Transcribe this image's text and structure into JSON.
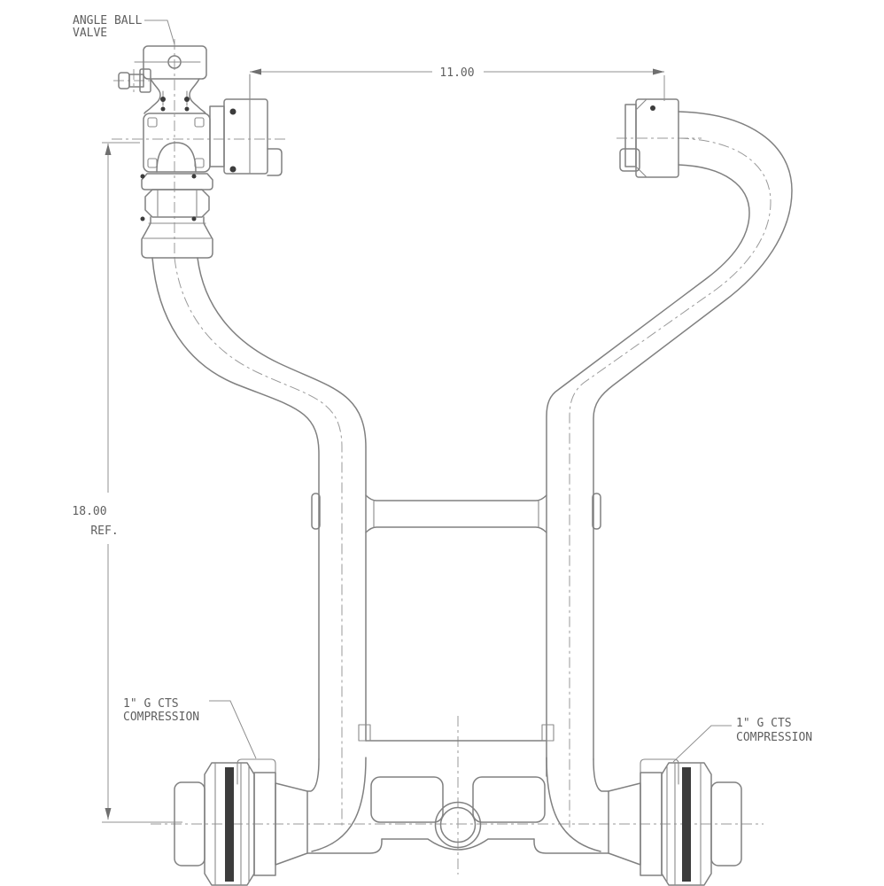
{
  "title": "Angle ball valve meter setter technical drawing",
  "callouts": {
    "valve": {
      "line1": "ANGLE BALL",
      "line2": "VALVE"
    },
    "left_fitting": {
      "line1": "1\" G CTS",
      "line2": "COMPRESSION"
    },
    "right_fitting": {
      "line1": "1\" G CTS",
      "line2": "COMPRESSION"
    }
  },
  "dimensions": {
    "horizontal": "11.00",
    "vertical": "18.00",
    "vertical_ref": "REF."
  },
  "colors": {
    "line": "#808080",
    "centerline": "#9a9a9a",
    "accent_dark": "#3c3c3c",
    "text": "#5f5f5f",
    "background": "#ffffff"
  }
}
